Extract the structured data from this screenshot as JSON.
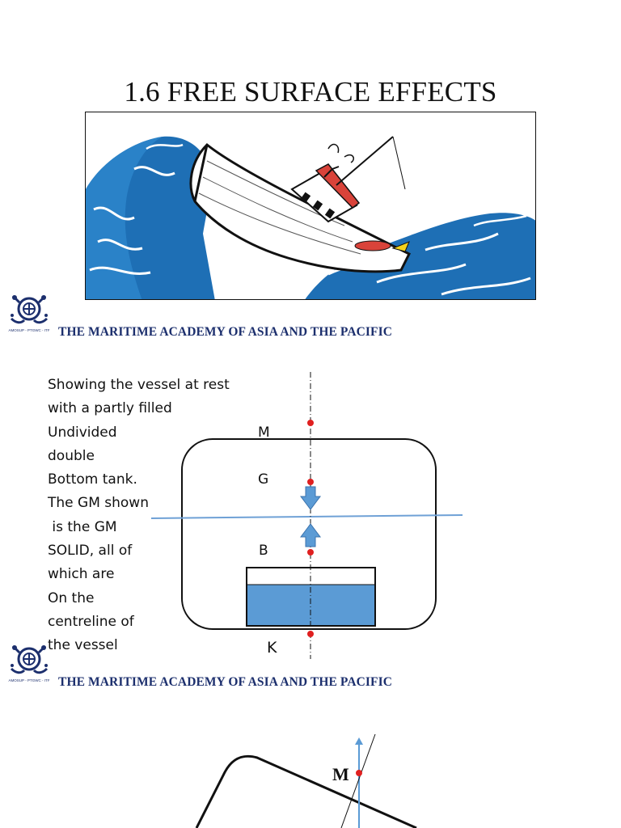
{
  "slide1": {
    "title": "1.6 FREE SURFACE EFFECTS",
    "illustration_icon": "ship-in-storm-illustration",
    "footer": "THE MARITIME ACADEMY OF ASIA AND THE PACIFIC",
    "logo_text": "AMOSUP - PTGWC - ITF"
  },
  "slide2": {
    "description_lines": [
      "Showing the vessel at rest",
      "with a partly filled",
      "Undivided",
      "double",
      "Bottom tank.",
      "The GM shown",
      " is the GM",
      "SOLID, all of",
      "which are",
      "On the",
      "centreline of",
      "the vessel"
    ],
    "labels": {
      "m": "M",
      "g": "G",
      "b": "B",
      "k": "K"
    },
    "footer": "THE MARITIME ACADEMY OF ASIA AND THE PACIFIC",
    "logo_text": "AMOSUP - PTGWC - ITF"
  },
  "slide3": {
    "labels": {
      "m": "M"
    }
  },
  "colors": {
    "water": "#5b9bd5",
    "navy": "#1c2f6d",
    "point": "#e02020",
    "waterline": "#6fa1d6"
  }
}
